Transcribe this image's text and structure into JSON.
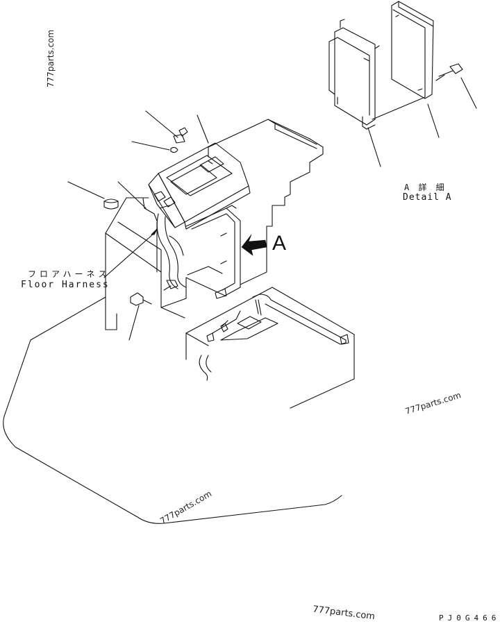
{
  "labels": {
    "floor_harness_jp": "フロアハーネス",
    "floor_harness_en": "Floor Harness",
    "detail_jp": "A 詳 細",
    "detail_en": "Detail A",
    "view_letter": "A"
  },
  "watermarks": [
    "777parts.com",
    "777parts.com",
    "777parts.com",
    "777parts.com"
  ],
  "drawing_code": "PJ0G466",
  "colors": {
    "line": "#111111",
    "background": "#ffffff"
  }
}
